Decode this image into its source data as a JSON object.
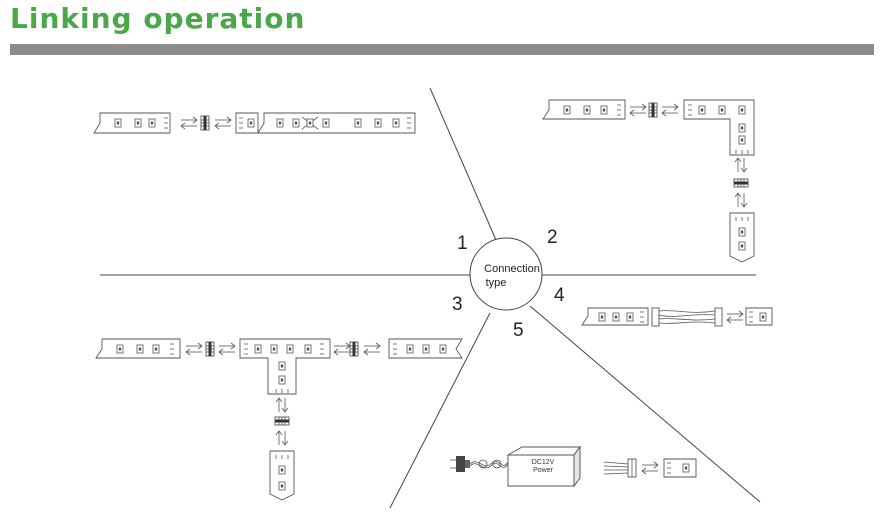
{
  "header": {
    "title": "Linking operation",
    "title_color": "#4aa84a",
    "bar_color": "#8c8c8c"
  },
  "diagram": {
    "center_label_line1": "Connection",
    "center_label_line2": "type",
    "sections": [
      {
        "number": "1"
      },
      {
        "number": "2"
      },
      {
        "number": "3"
      },
      {
        "number": "4"
      },
      {
        "number": "5"
      }
    ],
    "power_supply": {
      "label_line1": "DC12V",
      "label_line2": "Power"
    }
  }
}
